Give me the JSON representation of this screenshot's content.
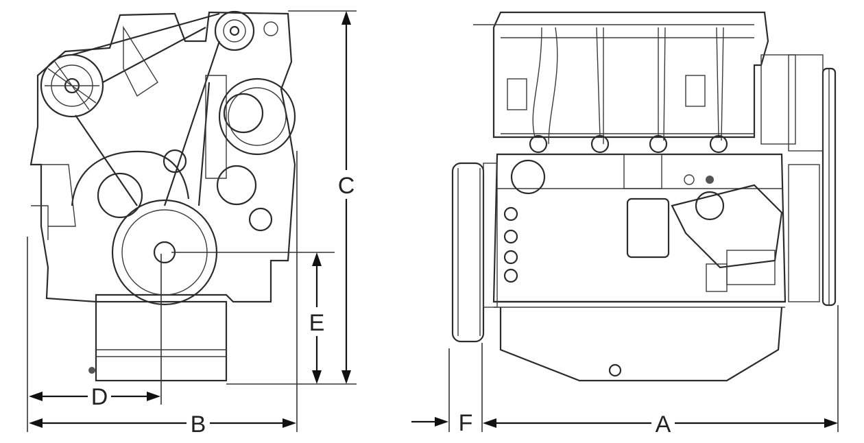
{
  "dimensions": {
    "A": "A",
    "B": "B",
    "C": "C",
    "D": "D",
    "E": "E",
    "F": "F"
  }
}
